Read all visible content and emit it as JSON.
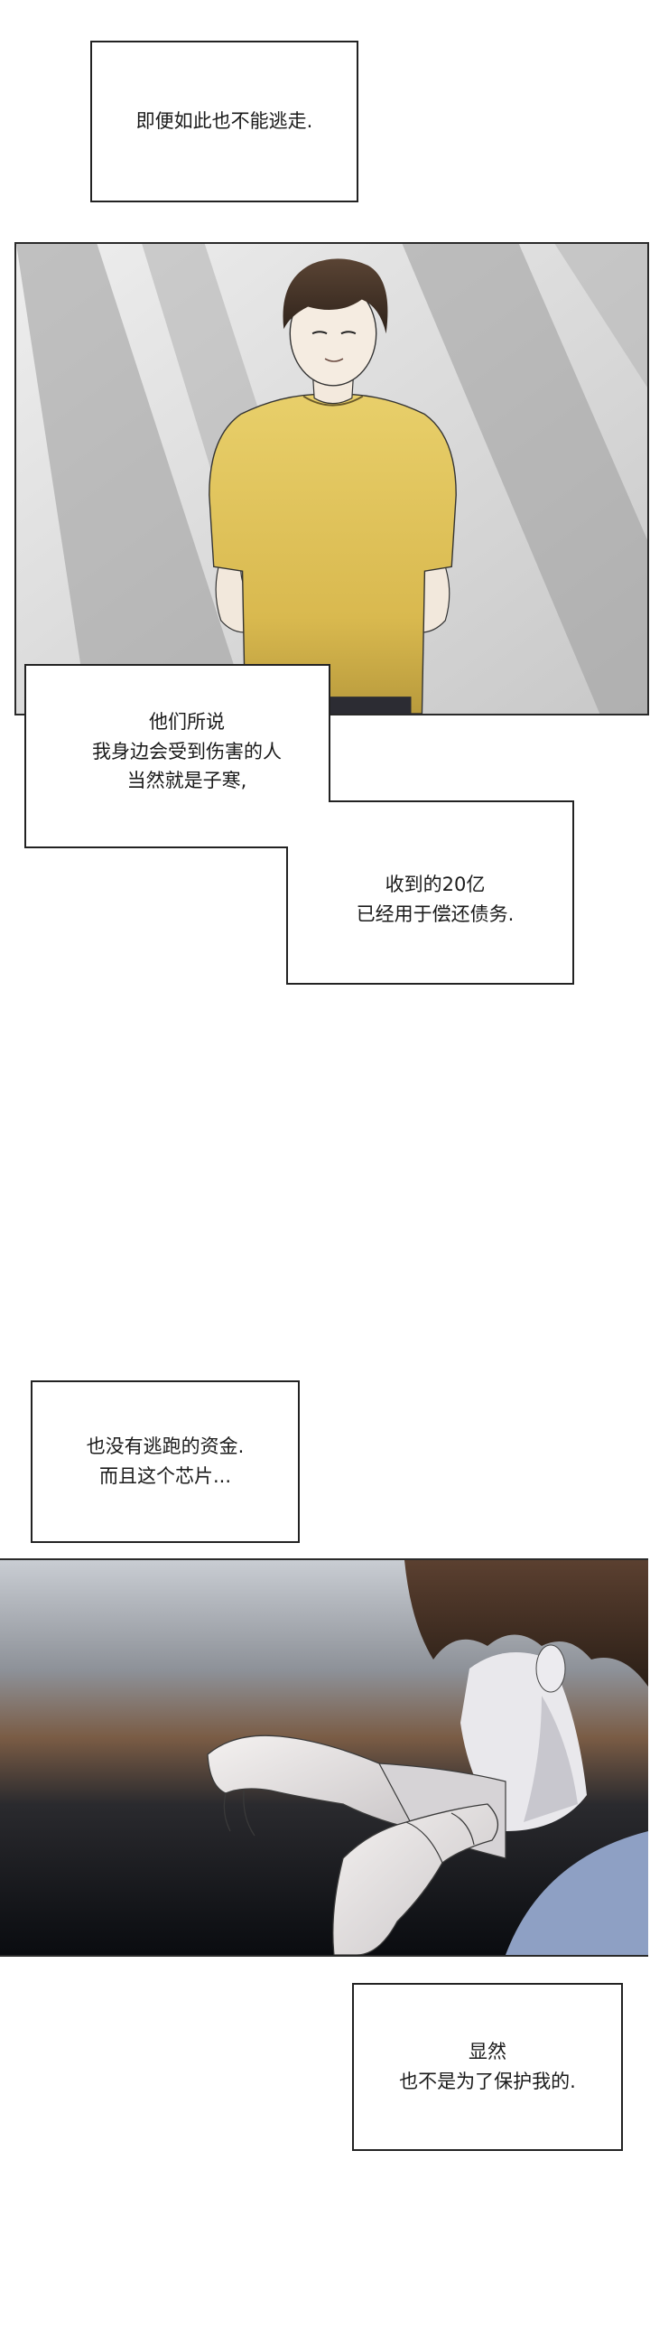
{
  "captions": {
    "c1": [
      "即便如此也不能逃走."
    ],
    "c2": [
      "他们所说",
      "我身边会受到伤害的人",
      "当然就是子寒,"
    ],
    "c3": [
      "收到的20亿",
      "已经用于偿还债务."
    ],
    "c4": [
      "也没有逃跑的资金.",
      "而且这个芯片..."
    ],
    "c5": [
      "显然",
      "也不是为了保护我的."
    ]
  },
  "colors": {
    "shirt_yellow": "#e2c560",
    "hair_brown": "#3e2e24",
    "panel_border": "#2a2a2a"
  }
}
